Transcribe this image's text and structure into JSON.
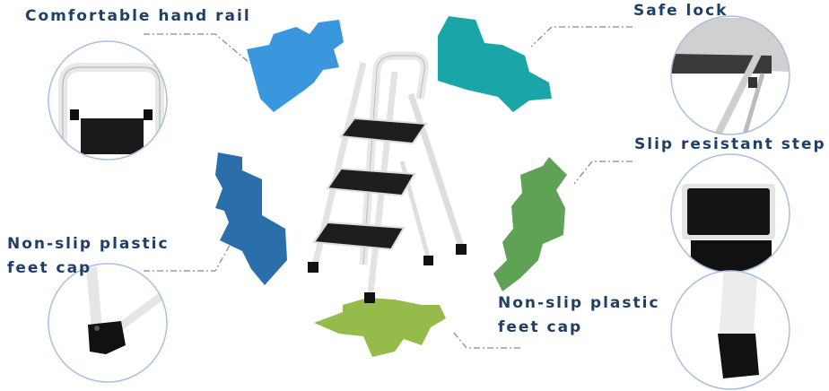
{
  "labels": {
    "hand_rail": "Comfortable hand rail",
    "safe_lock": "Safe lock",
    "slip_step": "Slip resistant step",
    "feet_left_line1": "Non-slip plastic",
    "feet_left_line2": "feet cap",
    "feet_right_line1": "Non-slip plastic",
    "feet_right_line2": "feet cap"
  },
  "colors": {
    "label_text": "#1f3f66",
    "gear_top_left": "#3a97de",
    "gear_top_right": "#1aa6a8",
    "gear_mid_left": "#2a6faa",
    "gear_mid_right": "#5fa255",
    "gear_bottom": "#95bb4a",
    "connector_line": "#8c8c8c",
    "circle_border": "#a8c0e0"
  }
}
